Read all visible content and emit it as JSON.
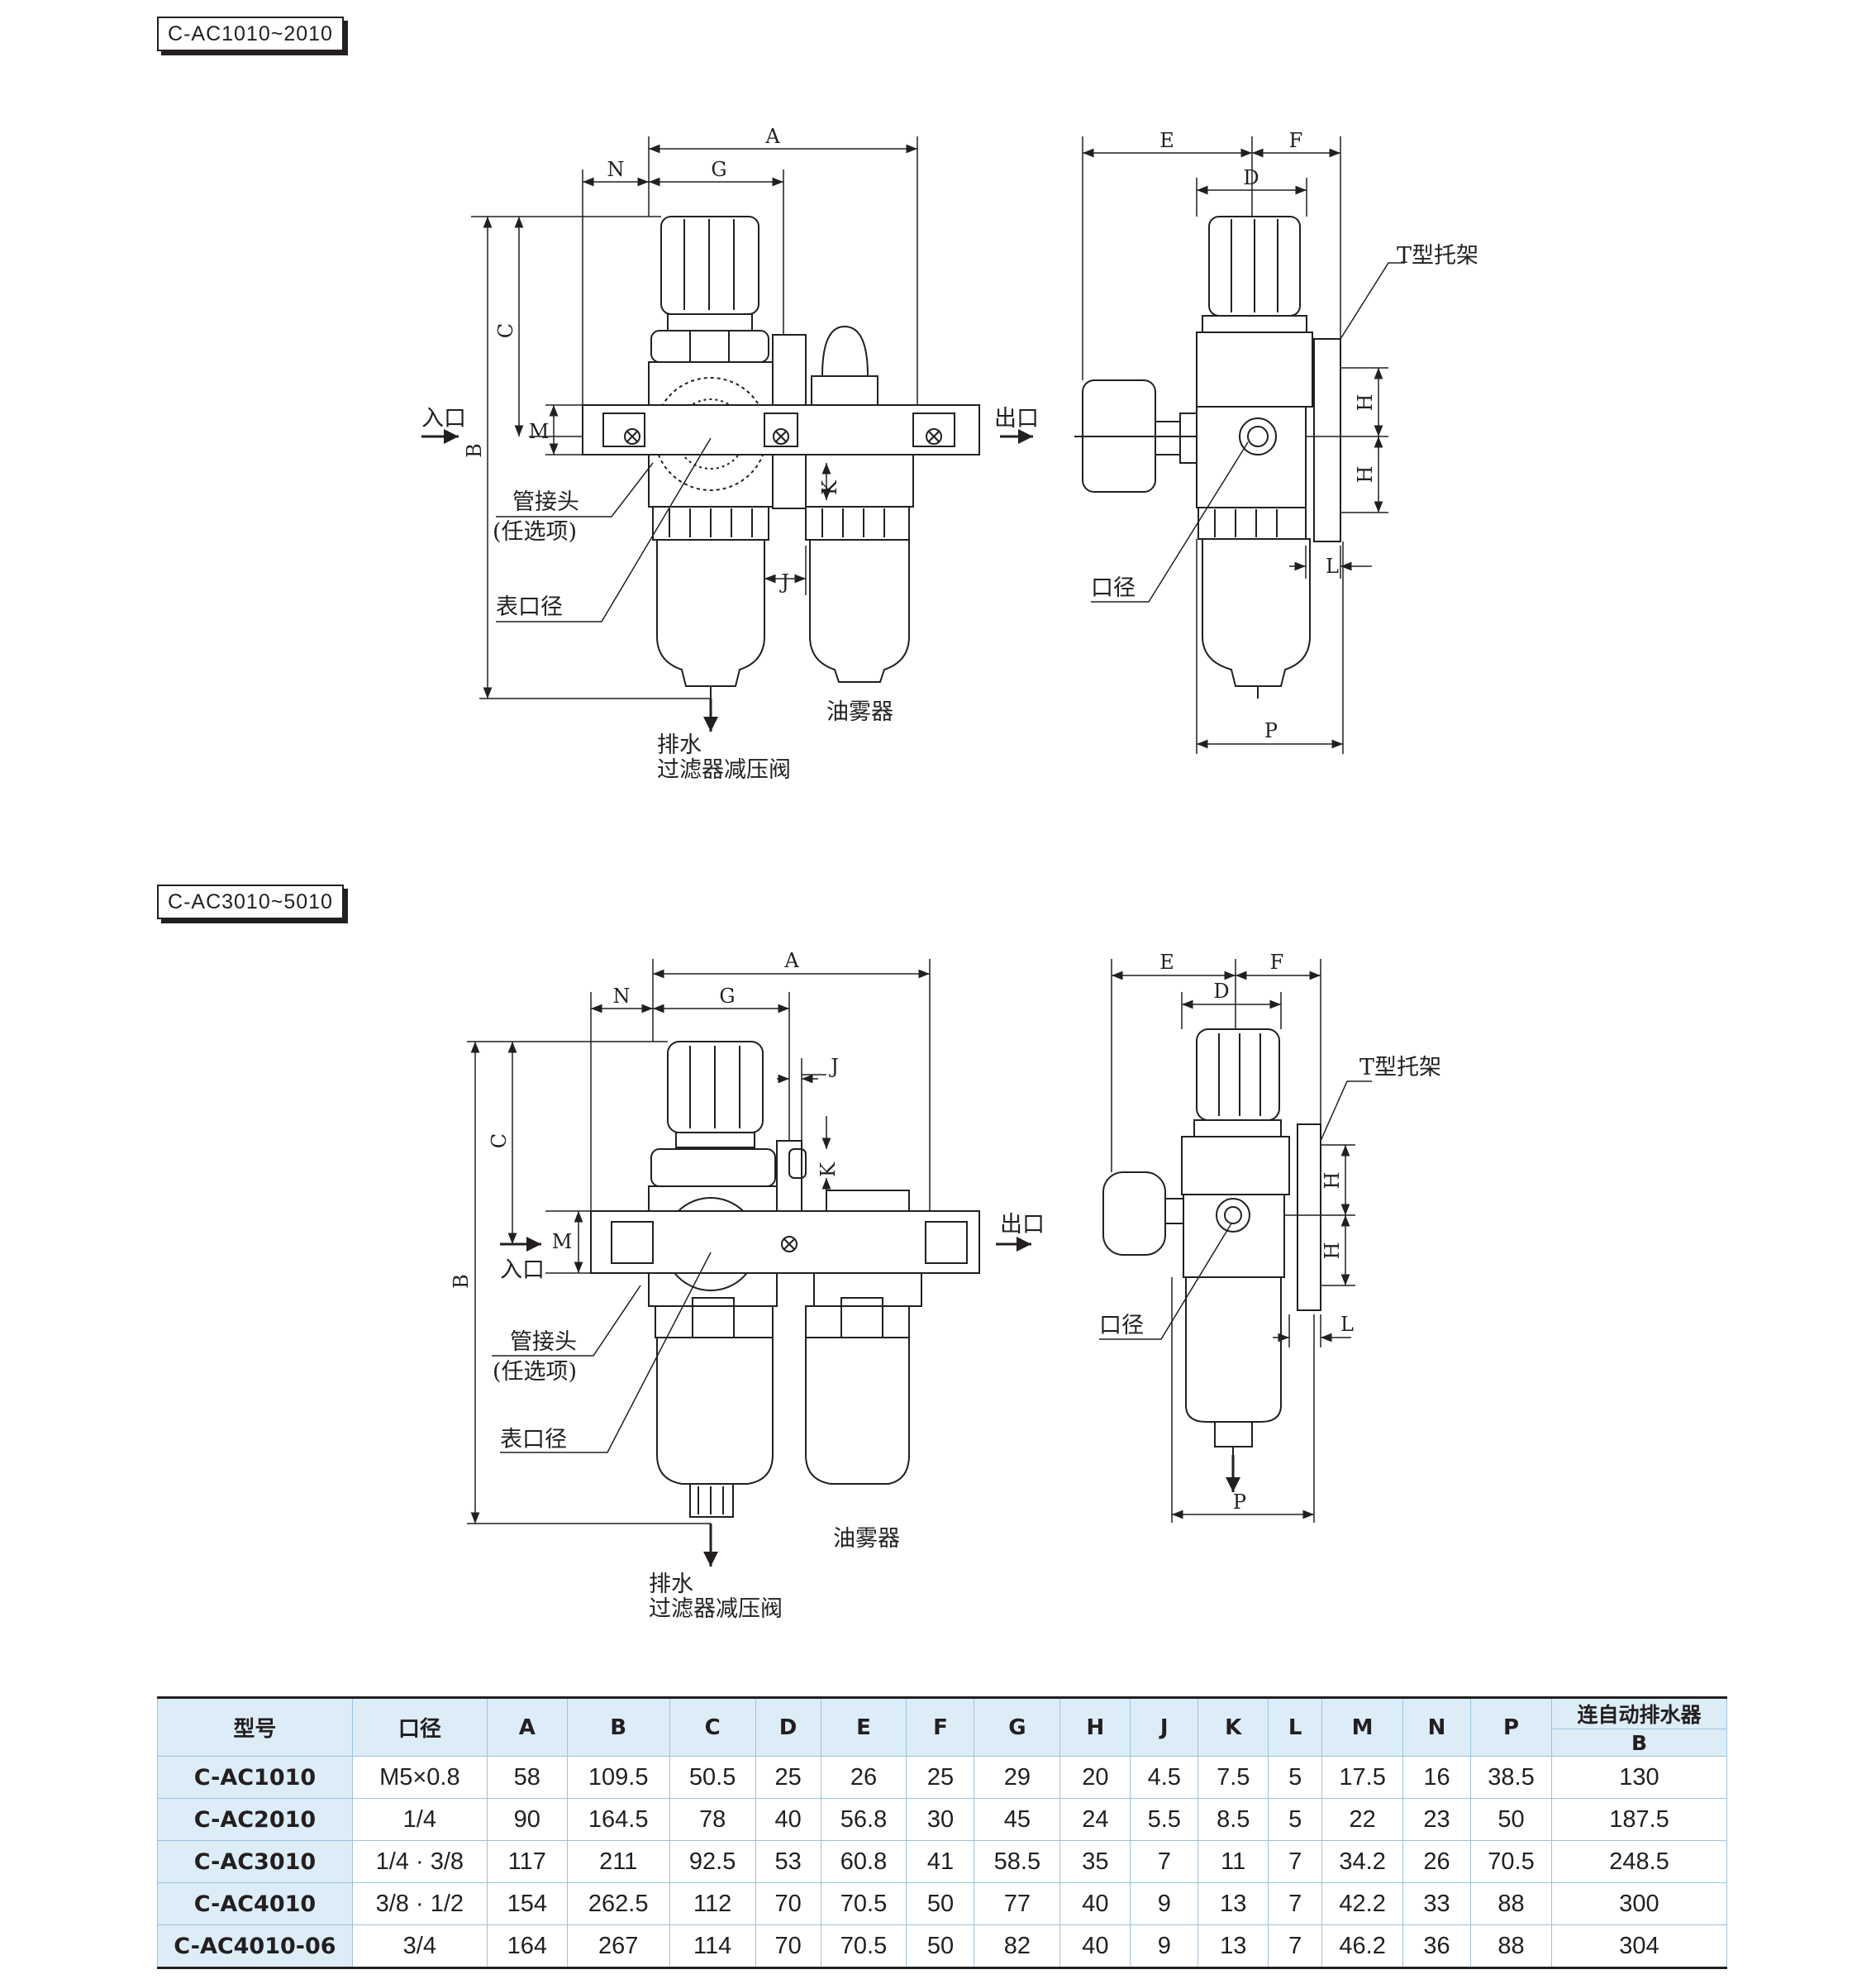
{
  "sections": [
    {
      "tag": "C-AC1010~2010"
    },
    {
      "tag": "C-AC3010~5010"
    }
  ],
  "drawing1": {
    "dims": {
      "A": "A",
      "N": "N",
      "G": "G",
      "C": "C",
      "B": "B",
      "M": "M",
      "K": "K",
      "J": "J",
      "E": "E",
      "F": "F",
      "D": "D",
      "H1": "H",
      "H2": "H",
      "L": "L",
      "P": "P"
    },
    "labels": {
      "inlet": "入口",
      "outlet": "出口",
      "fitting": "管接头",
      "optional": "(任选项)",
      "gauge_port": "表口径",
      "drain": "排水",
      "frl": "过滤器减压阀",
      "lubricator": "油雾器",
      "bracket": "T型托架",
      "port": "口径"
    }
  },
  "drawing2": {
    "dims": {
      "A": "A",
      "N": "N",
      "G": "G",
      "C": "C",
      "B": "B",
      "M": "M",
      "K": "K",
      "J": "J",
      "E": "E",
      "F": "F",
      "D": "D",
      "H1": "H",
      "H2": "H",
      "L": "L",
      "P": "P"
    },
    "labels": {
      "inlet": "入口",
      "outlet": "出口",
      "fitting": "管接头",
      "optional": "(任选项)",
      "gauge_port": "表口径",
      "drain": "排水",
      "frl": "过滤器减压阀",
      "lubricator": "油雾器",
      "bracket": "T型托架",
      "port": "口径"
    }
  },
  "table": {
    "headers": [
      "型号",
      "口径",
      "A",
      "B",
      "C",
      "D",
      "E",
      "F",
      "G",
      "H",
      "J",
      "K",
      "L",
      "M",
      "N",
      "P"
    ],
    "auto_drain": {
      "title": "连自动排水器",
      "sub": "B"
    },
    "rows": [
      [
        "C-AC1010",
        "M5×0.8",
        "58",
        "109.5",
        "50.5",
        "25",
        "26",
        "25",
        "29",
        "20",
        "4.5",
        "7.5",
        "5",
        "17.5",
        "16",
        "38.5",
        "130"
      ],
      [
        "C-AC2010",
        "1/4",
        "90",
        "164.5",
        "78",
        "40",
        "56.8",
        "30",
        "45",
        "24",
        "5.5",
        "8.5",
        "5",
        "22",
        "23",
        "50",
        "187.5"
      ],
      [
        "C-AC3010",
        "1/4 · 3/8",
        "117",
        "211",
        "92.5",
        "53",
        "60.8",
        "41",
        "58.5",
        "35",
        "7",
        "11",
        "7",
        "34.2",
        "26",
        "70.5",
        "248.5"
      ],
      [
        "C-AC4010",
        "3/8 · 1/2",
        "154",
        "262.5",
        "112",
        "70",
        "70.5",
        "50",
        "77",
        "40",
        "9",
        "13",
        "7",
        "42.2",
        "33",
        "88",
        "300"
      ],
      [
        "C-AC4010-06",
        "3/4",
        "164",
        "267",
        "114",
        "70",
        "70.5",
        "50",
        "82",
        "40",
        "9",
        "13",
        "7",
        "46.2",
        "36",
        "88",
        "304"
      ]
    ]
  }
}
